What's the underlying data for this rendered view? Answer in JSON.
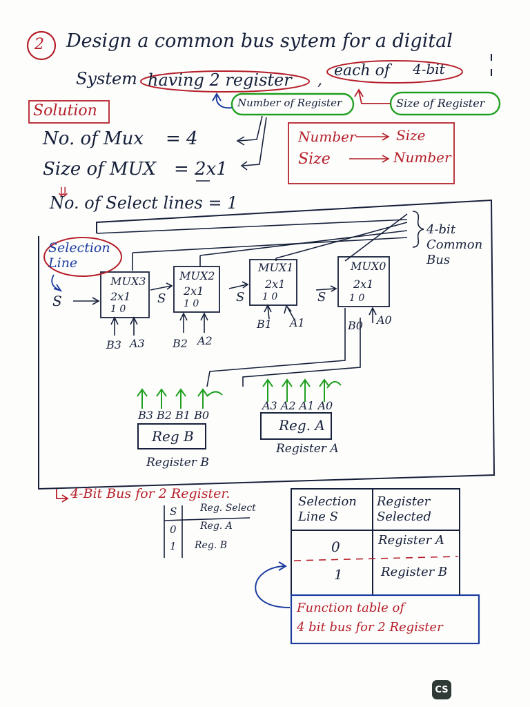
{
  "question": {
    "number": "2",
    "line1": "Design a common bus sytem for a digital",
    "line2_prefix": "System",
    "having": "having 2 register",
    "comma": ",",
    "each": "each of",
    "bits": "4-bit",
    "note_number": "Number of Register",
    "note_size": "Size of Register"
  },
  "solution": {
    "label": "Solution",
    "mux_count_label": "No. of Mux",
    "mux_count_value": "= 4",
    "mux_size_label": "Size of MUX",
    "mux_size_value": "= 2x1",
    "select_lines": "No. of Select lines = 1",
    "rule1_left": "Number",
    "rule1_right": "Size",
    "rule2_left": "Size",
    "rule2_right": "Number"
  },
  "diagram": {
    "selection_line_label": "Selection Line",
    "bus_label": "4-bit Common Bus",
    "select_s": "S",
    "mux3": {
      "name": "MUX3",
      "size": "2x1",
      "pins": "1 0",
      "in_b": "B3",
      "in_a": "A3"
    },
    "mux2": {
      "name": "MUX2",
      "size": "2x1",
      "pins": "1 0",
      "in_b": "B2",
      "in_a": "A2"
    },
    "mux1": {
      "name": "MUX1",
      "size": "2x1",
      "pins": "1 0",
      "in_b": "B1",
      "in_a": "A1"
    },
    "mux0": {
      "name": "MUX0",
      "size": "2x1",
      "pins": "1 0",
      "in_b": "B0",
      "in_a": "A0"
    },
    "regb_bits": "B3 B2 B1 B0",
    "rega_bits": "A3 A2 A1 A0",
    "regb_box": "Reg B",
    "rega_box": "Reg. A",
    "regb_caption": "Register B",
    "rega_caption": "Register A",
    "bus_caption": "4-Bit Bus for 2 Register."
  },
  "small_table": {
    "headers": [
      "S",
      "Reg. Select"
    ],
    "rows": [
      [
        "0",
        "Reg. A"
      ],
      [
        "1",
        "Reg. B"
      ]
    ]
  },
  "function_table": {
    "header_sel": "Selection Line S",
    "header_reg": "Register Selected",
    "rows": [
      [
        "0",
        "Register A"
      ],
      [
        "1",
        "Register B"
      ]
    ],
    "caption_line1": "Function table of",
    "caption_line2": "4 bit bus for 2 Register"
  },
  "badge": "CS",
  "colors": {
    "ink": "#16203a",
    "red": "#b51f2a",
    "blue": "#1b3c9e",
    "green": "#1f9f1f"
  }
}
